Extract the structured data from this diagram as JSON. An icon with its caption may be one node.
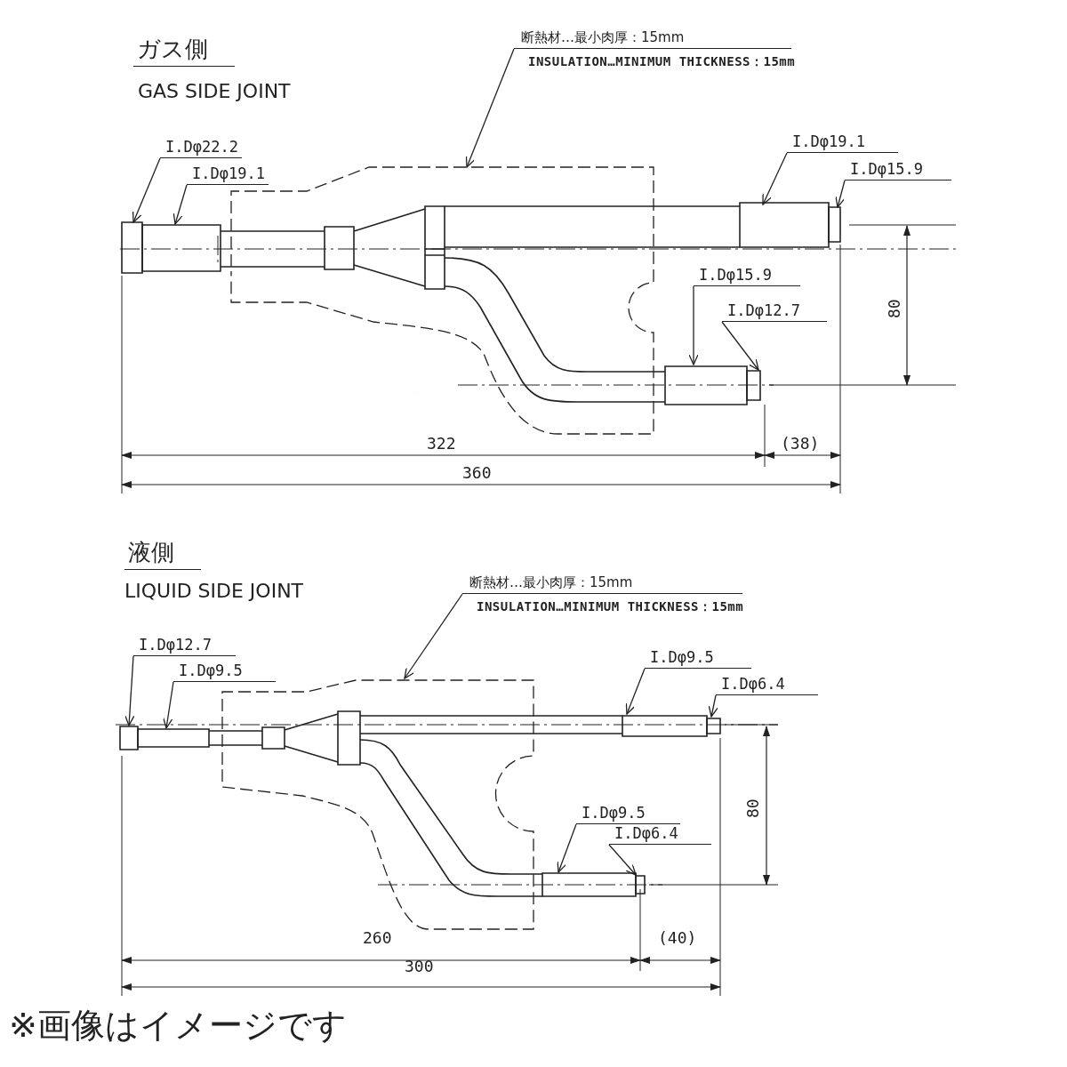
{
  "diagram": {
    "caption": "※画像はイメージです",
    "nodes": [
      {
        "text": [
          "I.Dφ22.2"
        ]
      },
      {
        "text": [
          "I.Dφ19.1"
        ]
      },
      {
        "text": [
          "断熱材…最小肉厚：15mm",
          "INSULATION…MINIMUM THICKNESS：15mm"
        ]
      },
      {
        "text": [
          "I.Dφ19.1"
        ]
      },
      {
        "text": [
          "I.Dφ15.9"
        ]
      },
      {
        "text": [
          "I.Dφ15.9"
        ]
      },
      {
        "text": [
          "I.Dφ12.7"
        ]
      },
      {
        "text": [
          "I.Dφ12.7"
        ]
      },
      {
        "text": [
          "I.Dφ9.5"
        ]
      },
      {
        "text": [
          "断熱材…最小肉厚：15mm",
          "INSULATION…MINIMUM THICKNESS：15mm"
        ]
      },
      {
        "text": [
          "I.Dφ9.5"
        ]
      },
      {
        "text": [
          "I.Dφ6.4"
        ]
      },
      {
        "text": [
          "I.Dφ9.5"
        ]
      },
      {
        "text": [
          "I.Dφ6.4"
        ]
      }
    ],
    "edges": [
      {
        "from": 0,
        "to": null,
        "arrow": "to"
      },
      {
        "from": 1,
        "to": null,
        "arrow": "to"
      },
      {
        "from": 2,
        "to": null,
        "arrow": "to"
      },
      {
        "from": 3,
        "to": null,
        "arrow": "to"
      },
      {
        "from": 4,
        "to": null,
        "arrow": "to"
      },
      {
        "from": 5,
        "to": null,
        "arrow": "to"
      },
      {
        "from": 6,
        "to": null,
        "arrow": "to"
      },
      {
        "from": 7,
        "to": null,
        "arrow": "to"
      },
      {
        "from": 8,
        "to": null,
        "arrow": "to"
      },
      {
        "from": 9,
        "to": null,
        "arrow": "to"
      },
      {
        "from": 10,
        "to": null,
        "arrow": "to"
      },
      {
        "from": 11,
        "to": null,
        "arrow": "to"
      },
      {
        "from": 12,
        "to": null,
        "arrow": "to"
      },
      {
        "from": 13,
        "to": null,
        "arrow": "to"
      }
    ],
    "labels": [
      "ガス側",
      "GAS SIDE JOINT",
      "80",
      "322",
      "(38)",
      "360",
      "液側",
      "LIQUID SIDE JOINT",
      "80",
      "260",
      "(40)",
      "300"
    ]
  }
}
